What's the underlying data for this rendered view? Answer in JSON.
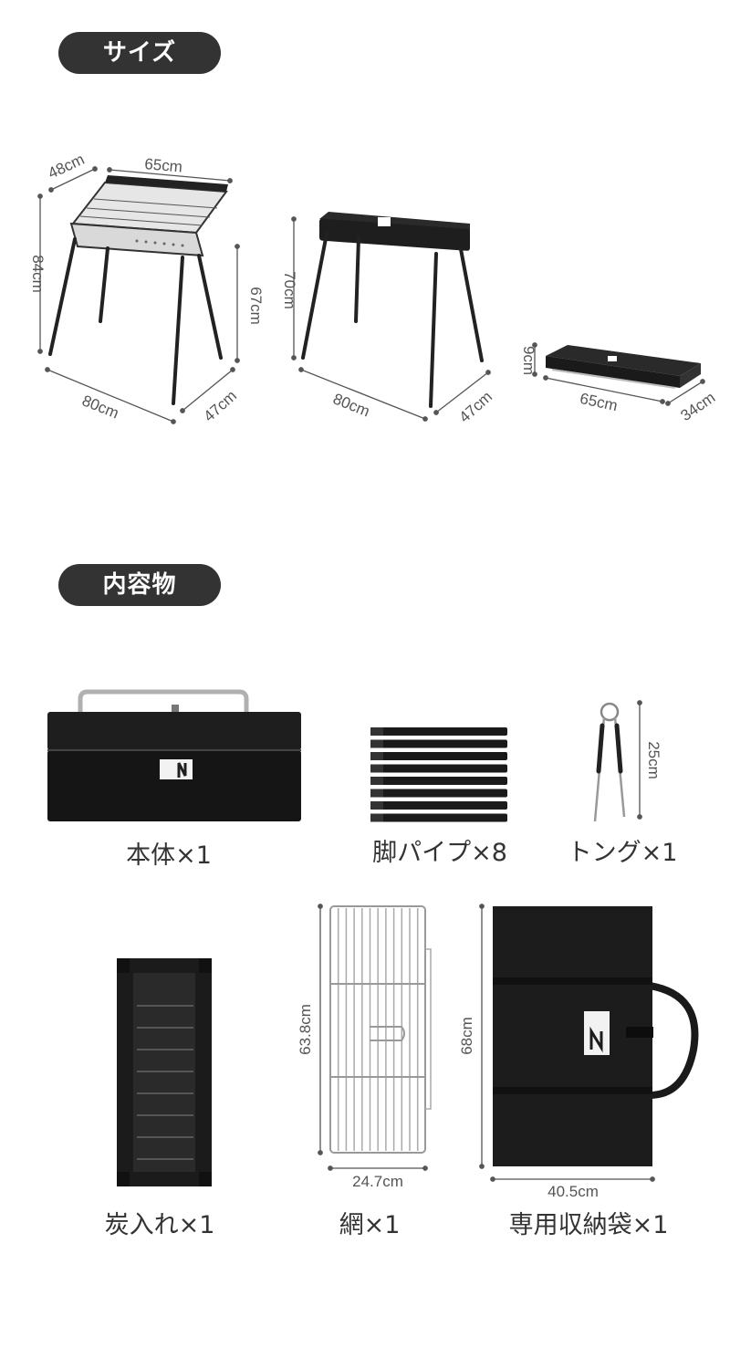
{
  "sections": {
    "size_title": "サイズ",
    "contents_title": "内容物"
  },
  "size_dims": {
    "grill_open": {
      "depth": "48cm",
      "width": "65cm",
      "height": "84cm",
      "leg_height": "67cm",
      "base_width": "80cm",
      "base_depth": "47cm"
    },
    "grill_closed": {
      "height": "70cm",
      "base_width": "80cm",
      "base_depth": "47cm"
    },
    "grill_folded": {
      "height": "9cm",
      "width": "65cm",
      "depth": "34cm"
    }
  },
  "contents": {
    "body": {
      "caption": "本体×1"
    },
    "legs": {
      "caption": "脚パイプ×8"
    },
    "tongs": {
      "caption": "トング×1",
      "length": "25cm"
    },
    "charcoal_tray": {
      "caption": "炭入れ×1"
    },
    "grate": {
      "caption": "網×1",
      "height": "63.8cm",
      "width": "24.7cm"
    },
    "bag": {
      "caption": "専用収納袋×1",
      "height": "68cm",
      "width": "40.5cm"
    }
  },
  "colors": {
    "pill": "#333333",
    "product": "#1e1e1e",
    "dim_line": "#555555",
    "steel": "#c8c8c8"
  },
  "icons": [
    "logo-n-icon"
  ]
}
